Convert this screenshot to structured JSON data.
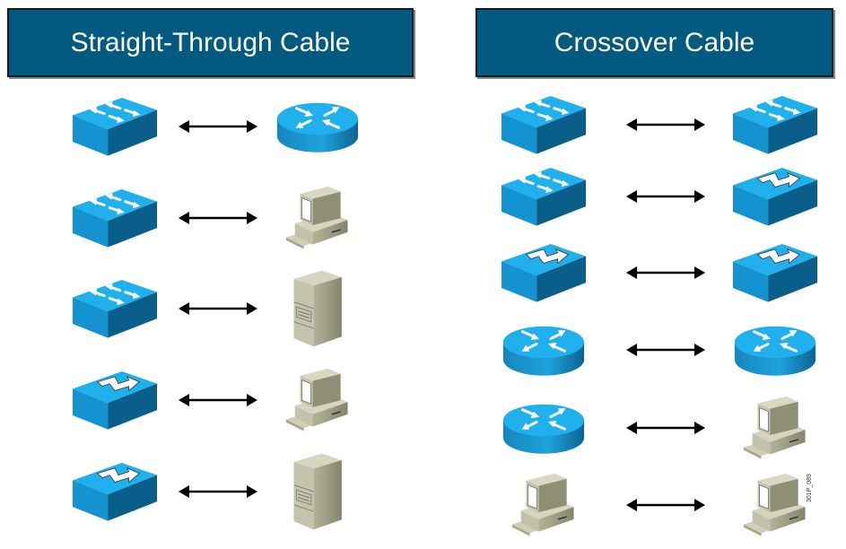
{
  "colors": {
    "header_bg": "#035a80",
    "header_text": "#ffffff",
    "device_blue": "#1aa6e6",
    "device_beige": "#c8c8b0",
    "arrow": "#000000"
  },
  "panels": [
    {
      "title": "Straight-Through Cable",
      "pairs": [
        {
          "left": "switch",
          "right": "router"
        },
        {
          "left": "switch",
          "right": "pc"
        },
        {
          "left": "switch",
          "right": "server"
        },
        {
          "left": "hub",
          "right": "pc"
        },
        {
          "left": "hub",
          "right": "server"
        }
      ]
    },
    {
      "title": "Crossover Cable",
      "pairs": [
        {
          "left": "switch",
          "right": "switch"
        },
        {
          "left": "switch",
          "right": "hub"
        },
        {
          "left": "hub",
          "right": "hub"
        },
        {
          "left": "router",
          "right": "router"
        },
        {
          "left": "router",
          "right": "pc"
        },
        {
          "left": "pc",
          "right": "pc"
        }
      ]
    }
  ],
  "figure_id": "301P_089"
}
